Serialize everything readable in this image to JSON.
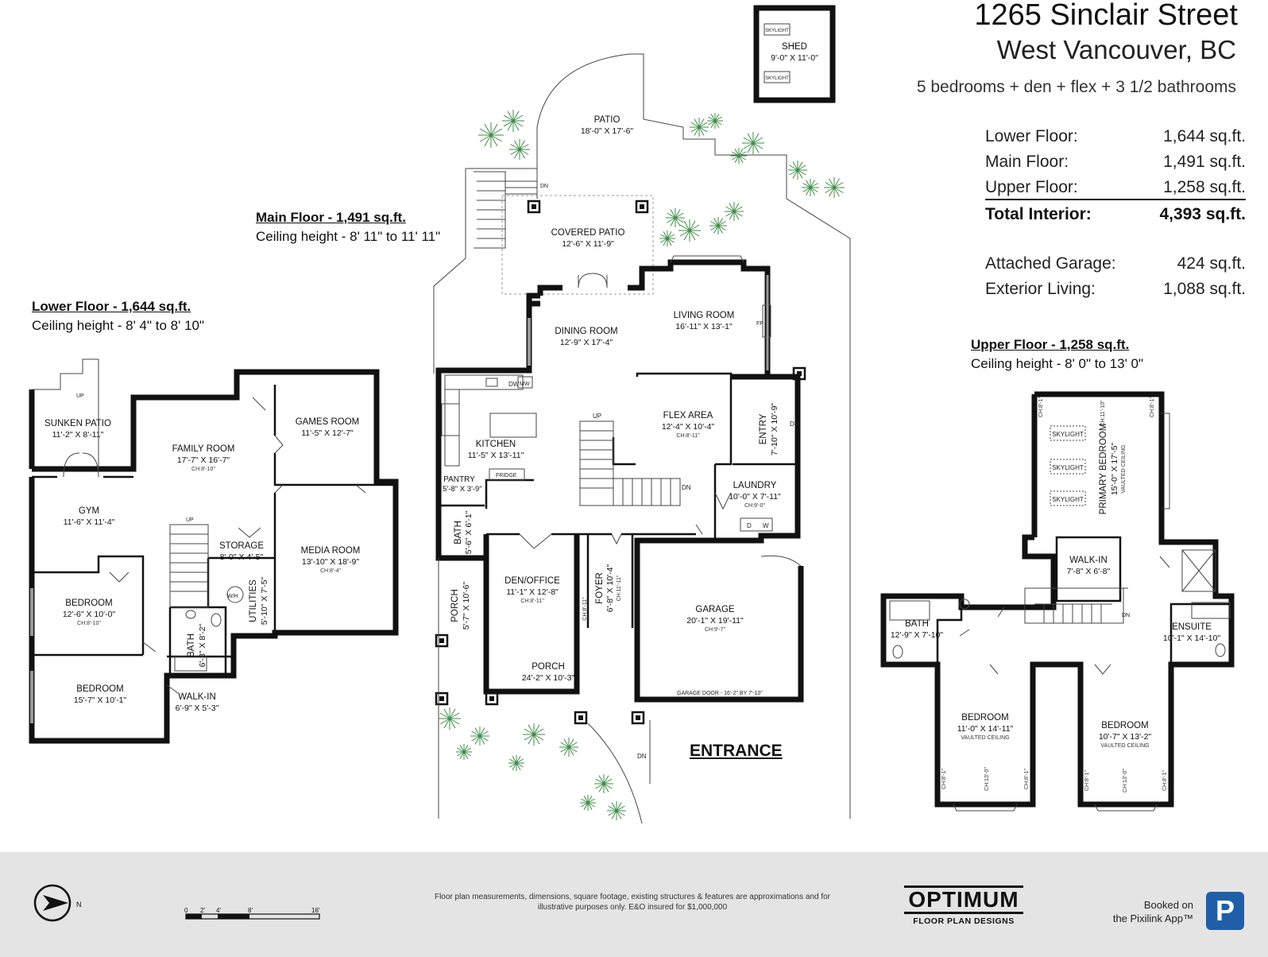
{
  "header": {
    "address": "1265 Sinclair Street",
    "city": "West Vancouver, BC",
    "description": "5 bedrooms + den + flex + 3 1/2 bathrooms"
  },
  "areas": [
    {
      "label": "Lower Floor:",
      "value": "1,644 sq.ft."
    },
    {
      "label": "Main Floor:",
      "value": "1,491 sq.ft."
    },
    {
      "label": "Upper Floor:",
      "value": "1,258 sq.ft."
    },
    {
      "label": "Total Interior:",
      "value": "4,393 sq.ft."
    },
    {
      "label": "Attached Garage:",
      "value": "424 sq.ft."
    },
    {
      "label": "Exterior Living:",
      "value": "1,088 sq.ft."
    }
  ],
  "floors": {
    "main": {
      "title": "Main Floor - 1,491 sq.ft.",
      "ceiling": "Ceiling height - 8' 11\" to 11' 11\""
    },
    "lower": {
      "title": "Lower Floor - 1,644 sq.ft.",
      "ceiling": "Ceiling height - 8' 4\" to 8' 10\""
    },
    "upper": {
      "title": "Upper Floor - 1,258 sq.ft.",
      "ceiling": "Ceiling height - 8' 0\" to 13' 0\""
    }
  },
  "rooms": {
    "shed": {
      "name": "SHED",
      "dim": "9'-0\" X 11'-0\"",
      "skylight": "SKYLIGHT"
    },
    "patio": {
      "name": "PATIO",
      "dim": "18'-0\" X 17'-6\""
    },
    "covered_patio": {
      "name": "COVERED PATIO",
      "dim": "12'-6\" X 11'-9\""
    },
    "dining": {
      "name": "DINING ROOM",
      "dim": "12'-9\" X 17'-4\""
    },
    "living": {
      "name": "LIVING ROOM",
      "dim": "16'-11\" X 13'-1\"",
      "fp": "FP"
    },
    "kitchen": {
      "name": "KITCHEN",
      "dim": "11'-5\" X 13'-11\"",
      "dw": "DW",
      "mw": "MW",
      "fridge": "FRIDGE"
    },
    "flex": {
      "name": "FLEX AREA",
      "dim": "12'-4\" X 10'-4\"",
      "ch": "CH:8'-11\""
    },
    "entry": {
      "name": "ENTRY",
      "dim": "7'-10\" X 10'-9\""
    },
    "pantry": {
      "name": "PANTRY",
      "dim": "5'-8\" X 3'-9\""
    },
    "bath_main": {
      "name": "BATH",
      "dim": "5'-6\" X 6'-1\""
    },
    "laundry": {
      "name": "LAUNDRY",
      "dim": "10'-0\" X 7'-11\"",
      "ch": "CH:9'-0\"",
      "d": "D",
      "w": "W"
    },
    "den": {
      "name": "DEN/OFFICE",
      "dim": "11'-1\" X 12'-8\"",
      "ch": "CH:8'-11\""
    },
    "foyer": {
      "name": "FOYER",
      "dim": "6'-8\" X 10'-4\"",
      "ch": "CH:11'-11\"",
      "ch2": "CH:8'-11\""
    },
    "porch_side": {
      "name": "PORCH",
      "dim": "5'-7\" X 10'-6\""
    },
    "porch_front": {
      "name": "PORCH",
      "dim": "24'-2\" X 10'-3\""
    },
    "garage": {
      "name": "GARAGE",
      "dim": "20'-1\" X 19'-11\"",
      "ch": "CH:9'-7\"",
      "door": "GARAGE DOOR - 16'-2\" BY 7'-10\""
    },
    "sunken_patio": {
      "name": "SUNKEN PATIO",
      "dim": "11'-2\" X 8'-11\""
    },
    "family": {
      "name": "FAMILY ROOM",
      "dim": "17'-7\" X 16'-7\"",
      "ch": "CH:8'-10\""
    },
    "games": {
      "name": "GAMES ROOM",
      "dim": "11'-5\" X 12'-7\""
    },
    "gym": {
      "name": "GYM",
      "dim": "11'-6\" X 11'-4\""
    },
    "storage": {
      "name": "STORAGE",
      "dim": "8'-0\" X 4'-5\""
    },
    "media": {
      "name": "MEDIA ROOM",
      "dim": "13'-10\" X 18'-9\"",
      "ch": "CH:8'-4\""
    },
    "utilities": {
      "name": "UTILITIES",
      "dim": "5'-10\" X 7'-5\"",
      "wh": "W/H"
    },
    "bedroom_l1": {
      "name": "BEDROOM",
      "dim": "12'-6\" X 10'-0\"",
      "ch": "CH:8'-10\""
    },
    "bath_lower": {
      "name": "BATH",
      "dim": "6'-3\" X 8'-2\""
    },
    "bedroom_l2": {
      "name": "BEDROOM",
      "dim": "15'-7\" X 10'-1\""
    },
    "walkin_lower": {
      "name": "WALK-IN",
      "dim": "6'-9\" X 5'-3\""
    },
    "primary": {
      "name": "PRIMARY BEDROOM",
      "dim": "15'-0\" X 17'-5\"",
      "note": "VAULTED CEILING",
      "skylight": "SKYLIGHT",
      "ch": "CH:11'-10\"",
      "ch2": "CH:8'-1\""
    },
    "walkin_upper": {
      "name": "WALK-IN",
      "dim": "7'-8\" X 6'-8\""
    },
    "bath_upper": {
      "name": "BATH",
      "dim": "12'-9\" X 7'-10\""
    },
    "ensuite": {
      "name": "ENSUITE",
      "dim": "10'-1\" X 14'-10\""
    },
    "bedroom_u1": {
      "name": "BEDROOM",
      "dim": "11'-0\" X 14'-11\"",
      "note": "VAULTED CEILING",
      "ch": "CH:13'-0\"",
      "ch2": "CH:8'-1\""
    },
    "bedroom_u2": {
      "name": "BEDROOM",
      "dim": "10'-7\" X 13'-2\"",
      "note": "VAULTED CEILING",
      "ch": "CH:13'-0\"",
      "ch2": "CH:8'-1\""
    }
  },
  "labels": {
    "up": "UP",
    "dn": "DN",
    "entrance": "ENTRANCE"
  },
  "footer": {
    "disclaimer": "Floor plan measurements, dimensions, square footage, existing structures & features are approximations and for illustrative purposes only.  E&O insured for $1,000,000",
    "brand_name": "OPTIMUM",
    "brand_tag": "FLOOR PLAN DESIGNS",
    "booked_line1": "Booked on",
    "booked_line2": "the Pixilink App™",
    "app_letter": "P",
    "north": "N",
    "scale": [
      "0",
      "2'",
      "4'",
      "8'",
      "16'"
    ]
  }
}
